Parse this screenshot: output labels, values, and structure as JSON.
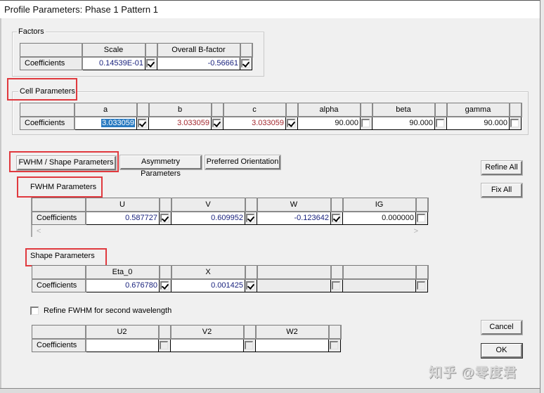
{
  "window": {
    "title": "Profile Parameters: Phase  1   Pattern 1"
  },
  "factors": {
    "label": "Factors",
    "row_label": "Coefficients",
    "columns": [
      {
        "header": "Scale",
        "value": "0.14539E-01",
        "checked": true
      },
      {
        "header": "Overall B-factor",
        "value": "-0.56661",
        "checked": true
      }
    ]
  },
  "cell": {
    "label": "Cell Parameters",
    "row_label": "Coefficients",
    "columns": [
      {
        "header": "a",
        "value": "3.033059",
        "checked": true,
        "selected": true
      },
      {
        "header": "b",
        "value": "3.033059",
        "checked": true
      },
      {
        "header": "c",
        "value": "3.033059",
        "checked": true
      },
      {
        "header": "alpha",
        "value": "90.000",
        "checked": false
      },
      {
        "header": "beta",
        "value": "90.000",
        "checked": false
      },
      {
        "header": "gamma",
        "value": "90.000",
        "checked": false
      }
    ]
  },
  "tabs": [
    {
      "label": "FWHM / Shape Parameters",
      "active": true
    },
    {
      "label": "Asymmetry Parameters",
      "active": false
    },
    {
      "label": "Preferred Orientation",
      "active": false
    }
  ],
  "fwhm": {
    "label": "FWHM Parameters",
    "row_label": "Coefficients",
    "columns": [
      {
        "header": "U",
        "value": "0.587727",
        "checked": true
      },
      {
        "header": "V",
        "value": "0.609952",
        "checked": true
      },
      {
        "header": "W",
        "value": "-0.123642",
        "checked": true
      },
      {
        "header": "IG",
        "value": "0.000000",
        "checked": false
      }
    ],
    "scroll_left": "<",
    "scroll_right": ">"
  },
  "shape": {
    "label": "Shape Parameters",
    "row_label": "Coefficients",
    "columns": [
      {
        "header": "Eta_0",
        "value": "0.676780",
        "checked": true
      },
      {
        "header": "X",
        "value": "0.001425",
        "checked": true
      },
      {
        "header": "",
        "value": "",
        "checked": false
      },
      {
        "header": "",
        "value": "",
        "checked": false
      }
    ]
  },
  "second_wavelength": {
    "checkbox_label": "Refine FWHM for second wavelength",
    "checked": false,
    "row_label": "Coefficients",
    "columns": [
      {
        "header": "U2",
        "value": "",
        "checked": false
      },
      {
        "header": "V2",
        "value": "",
        "checked": false
      },
      {
        "header": "W2",
        "value": "",
        "checked": false
      }
    ]
  },
  "buttons": {
    "refine_all": "Refine All",
    "fix_all": "Fix All",
    "cancel": "Cancel",
    "ok": "OK"
  },
  "watermark": "知乎 @零度君",
  "colors": {
    "highlight_box": "#e0393e",
    "value_blue": "#1a237e",
    "value_red": "#a3262c",
    "selection": "#2a7bc1"
  }
}
